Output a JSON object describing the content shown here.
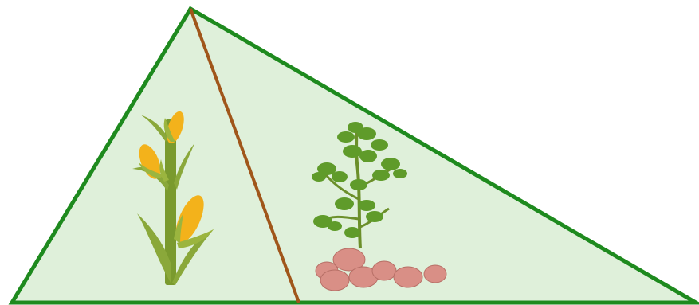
{
  "figure": {
    "kind": "field-diagram",
    "colors": {
      "field_fill": "#dff0da",
      "field_border": "#1e8a1e",
      "divider": "#a0561a",
      "corn_stalk": "#7a9a2e",
      "corn_leaf": "#8aa83a",
      "corn_cob": "#f3b21b",
      "corn_husk": "#9bb53f",
      "potato_leaf": "#5f9b2a",
      "potato_stem": "#6b8f2a",
      "potato_tuber": "#d98f86"
    },
    "regions": [
      {
        "name": "left-plot",
        "crop_icon": "corn-plant-icon"
      },
      {
        "name": "right-plot",
        "crop_icon": "potato-plant-icon"
      }
    ]
  }
}
